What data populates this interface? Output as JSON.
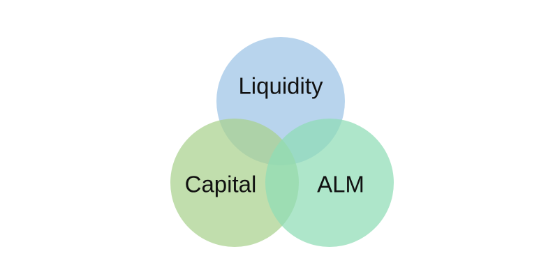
{
  "diagram": {
    "circles": [
      {
        "id": "liquidity",
        "label": "Liquidity",
        "color": "#9DC3E6"
      },
      {
        "id": "capital",
        "label": "Capital",
        "color": "#A9D18E"
      },
      {
        "id": "alm",
        "label": "ALM",
        "color": "#8FDCB6"
      }
    ]
  }
}
